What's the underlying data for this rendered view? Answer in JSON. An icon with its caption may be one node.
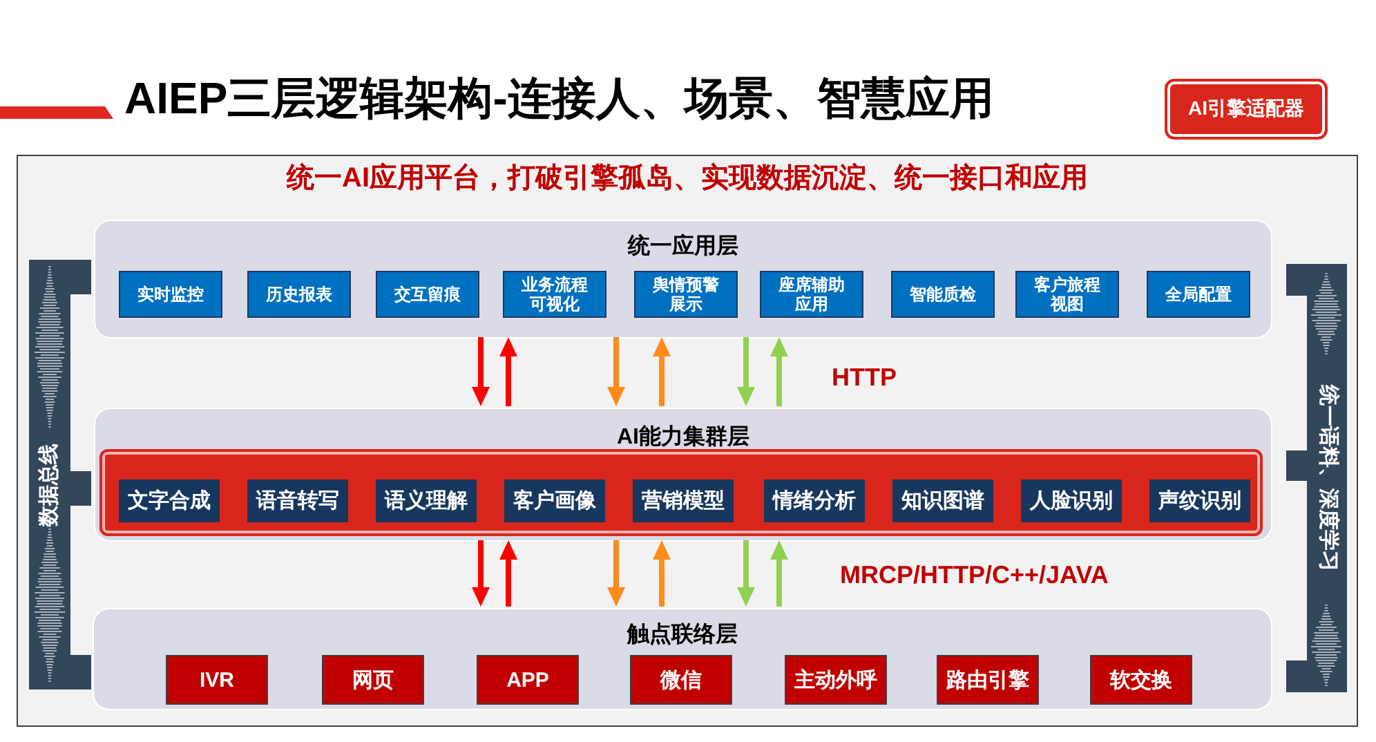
{
  "diagram": {
    "title": "AIEP三层逻辑架构-连接人、场景、智慧应用",
    "nodes": [
      {
        "text": [
          "AI引擎适配器"
        ]
      },
      {
        "text": [
          "统一AI应用平台，打破引擎孤岛、实现数据沉淀、统一接口和应用"
        ]
      },
      {
        "text": [
          "统一应用层"
        ],
        "in": 1
      },
      {
        "text": [
          "实时监控"
        ],
        "in": 2
      },
      {
        "text": [
          "历史报表"
        ],
        "in": 2
      },
      {
        "text": [
          "交互留痕"
        ],
        "in": 2
      },
      {
        "text": [
          "业务流程可视化"
        ],
        "in": 2
      },
      {
        "text": [
          "舆情预警展示"
        ],
        "in": 2
      },
      {
        "text": [
          "座席辅助应用"
        ],
        "in": 2
      },
      {
        "text": [
          "智能质检"
        ],
        "in": 2
      },
      {
        "text": [
          "客户旅程视图"
        ],
        "in": 2
      },
      {
        "text": [
          "全局配置"
        ],
        "in": 2
      },
      {
        "text": [
          "AI能力集群层"
        ],
        "in": 1
      },
      {
        "text": [],
        "shape": "band",
        "in": 12
      },
      {
        "text": [
          "文字合成"
        ],
        "in": 13
      },
      {
        "text": [
          "语音转写"
        ],
        "in": 13
      },
      {
        "text": [
          "语义理解"
        ],
        "in": 13
      },
      {
        "text": [
          "客户画像"
        ],
        "in": 13
      },
      {
        "text": [
          "营销模型"
        ],
        "in": 13
      },
      {
        "text": [
          "情绪分析"
        ],
        "in": 13
      },
      {
        "text": [
          "知识图谱"
        ],
        "in": 13
      },
      {
        "text": [
          "人脸识别"
        ],
        "in": 13
      },
      {
        "text": [
          "声纹识别"
        ],
        "in": 13
      },
      {
        "text": [
          "触点联络层"
        ],
        "in": 1
      },
      {
        "text": [
          "IVR"
        ],
        "in": 23
      },
      {
        "text": [
          "网页"
        ],
        "in": 23
      },
      {
        "text": [
          "APP"
        ],
        "in": 23
      },
      {
        "text": [
          "微信"
        ],
        "in": 23
      },
      {
        "text": [
          "主动外呼"
        ],
        "in": 23
      },
      {
        "text": [
          "路由引擎"
        ],
        "in": 23
      },
      {
        "text": [
          "软交换"
        ],
        "in": 23
      },
      {
        "text": [
          "数据总线"
        ],
        "in": 1
      },
      {
        "text": [
          "统一语料、深度学习"
        ],
        "in": 1
      }
    ],
    "edges": [
      {
        "from": 2,
        "to": 12,
        "arrow": "to",
        "color": "#ff0000"
      },
      {
        "from": 12,
        "to": 2,
        "arrow": "to",
        "color": "#ff0000"
      },
      {
        "from": 2,
        "to": 12,
        "arrow": "to",
        "color": "#ff8c1a"
      },
      {
        "from": 12,
        "to": 2,
        "arrow": "to",
        "color": "#ff8c1a"
      },
      {
        "from": 2,
        "to": 12,
        "arrow": "to",
        "color": "#92d050"
      },
      {
        "from": 12,
        "to": 2,
        "arrow": "to",
        "color": "#92d050"
      },
      {
        "from": 12,
        "to": 23,
        "arrow": "to",
        "color": "#ff0000"
      },
      {
        "from": 23,
        "to": 12,
        "arrow": "to",
        "color": "#ff0000"
      },
      {
        "from": 12,
        "to": 23,
        "arrow": "to",
        "color": "#ff8c1a"
      },
      {
        "from": 23,
        "to": 12,
        "arrow": "to",
        "color": "#ff8c1a"
      },
      {
        "from": 12,
        "to": 23,
        "arrow": "to",
        "color": "#92d050"
      },
      {
        "from": 23,
        "to": 12,
        "arrow": "to",
        "color": "#92d050"
      }
    ],
    "labels": [
      "HTTP",
      "MRCP/HTTP/C++/JAVA"
    ]
  }
}
